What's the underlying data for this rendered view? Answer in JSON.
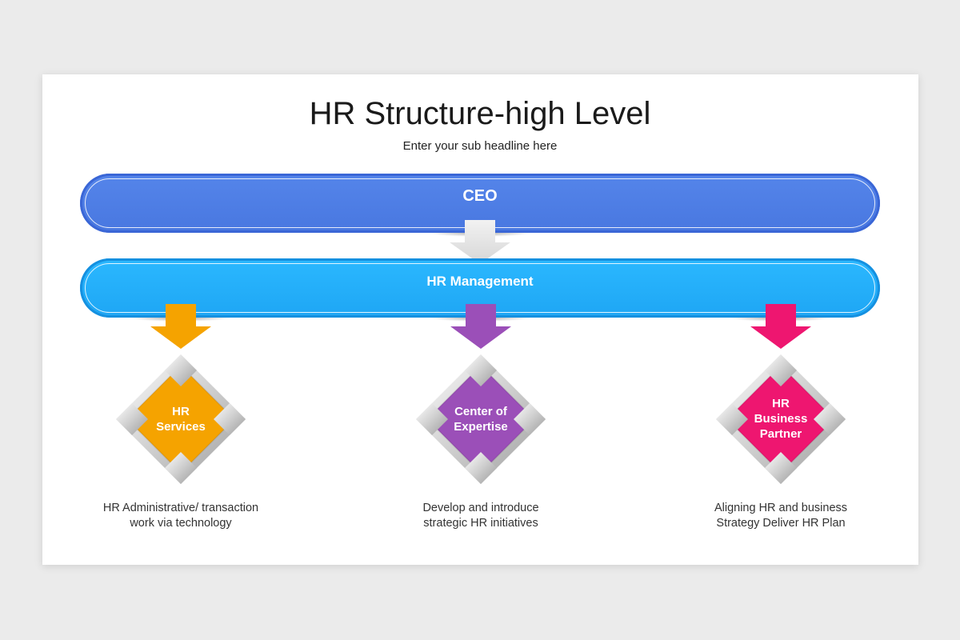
{
  "title": "HR Structure-high Level",
  "subtitle": "Enter your sub headline here",
  "levels": {
    "ceo": "CEO",
    "management": "HR Management"
  },
  "units": [
    {
      "label_lines": [
        "HR",
        "Services"
      ],
      "description_lines": [
        "HR Administrative/ transaction",
        "work via technology"
      ],
      "color": "#f5a300"
    },
    {
      "label_lines": [
        "Center of",
        "Expertise"
      ],
      "description_lines": [
        "Develop and introduce",
        "strategic HR initiatives"
      ],
      "color": "#9b4fb8"
    },
    {
      "label_lines": [
        "HR",
        "Business",
        "Partner"
      ],
      "description_lines": [
        "Aligning HR and business",
        "Strategy Deliver HR Plan"
      ],
      "color": "#ee1670"
    }
  ],
  "colors": {
    "ceo_bar": "#4f7fe6",
    "management_bar": "#26b0fb",
    "connector_arrow": "#e6e6e6"
  }
}
